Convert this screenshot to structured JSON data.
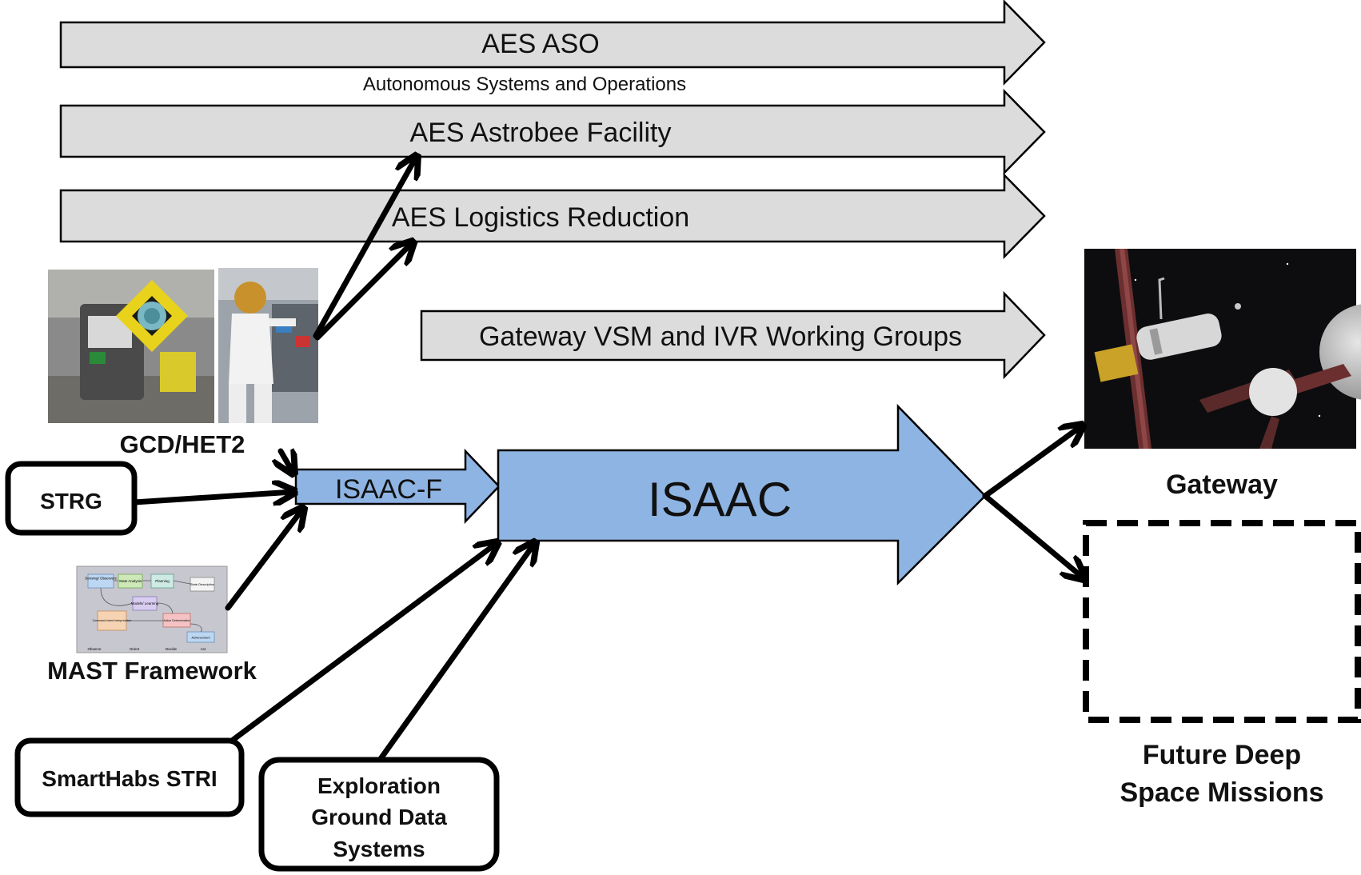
{
  "pipelines": {
    "aes_aso": "AES ASO",
    "aes_aso_subtitle": "Autonomous Systems and Operations",
    "astrobee_facility": "AES Astrobee Facility",
    "logistics_reduction": "AES Logistics Reduction",
    "gateway_working_groups": "Gateway VSM and IVR Working Groups"
  },
  "inputs": {
    "gcd_het2": "GCD/HET2",
    "strg": "STRG",
    "mast": "MAST Framework",
    "smarthabs": "SmartHabs STRI",
    "egds_line1": "Exploration",
    "egds_line2": "Ground Data",
    "egds_line3": "Systems"
  },
  "mast_diagram": {
    "sensing": "Sensing/ Observers",
    "state_analysis": "State Analysis",
    "planning": "Planning",
    "state_description": "State Description",
    "models": "Models/ Learning",
    "command": "Command Intent Interpretation",
    "action": "Action Determination",
    "achievement": "Achievement",
    "observe": "Observe",
    "orient": "Orient",
    "decide": "Decide",
    "act": "Act"
  },
  "core": {
    "isaac_f": "ISAAC-F",
    "isaac": "ISAAC"
  },
  "outputs": {
    "gateway": "Gateway",
    "future_line1": "Future Deep",
    "future_line2": "Space Missions"
  },
  "colors": {
    "pipeline_fill": "#dcdcdc",
    "isaac_fill": "#8eb4e3",
    "space_bg": "#111111"
  }
}
